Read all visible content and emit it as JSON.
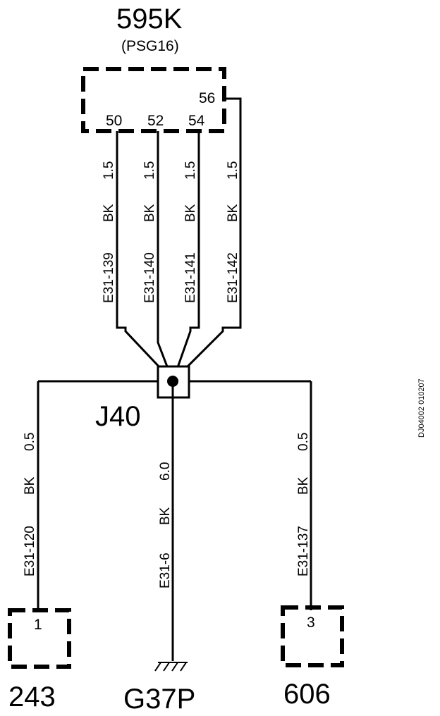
{
  "connector_top": {
    "id": "595K",
    "sub": "(PSG16)",
    "pins": [
      "50",
      "52",
      "54",
      "56"
    ]
  },
  "wires_top": [
    {
      "size": "1.5",
      "color": "BK",
      "circuit": "E31-139"
    },
    {
      "size": "1.5",
      "color": "BK",
      "circuit": "E31-140"
    },
    {
      "size": "1.5",
      "color": "BK",
      "circuit": "E31-141"
    },
    {
      "size": "1.5",
      "color": "BK",
      "circuit": "E31-142"
    }
  ],
  "splice": {
    "id": "J40"
  },
  "wires_bottom": [
    {
      "size": "0.5",
      "color": "BK",
      "circuit": "E31-120"
    },
    {
      "size": "6.0",
      "color": "BK",
      "circuit": "E31-6"
    },
    {
      "size": "0.5",
      "color": "BK",
      "circuit": "E31-137"
    }
  ],
  "connector_left": {
    "id": "243",
    "pin": "1"
  },
  "ground": {
    "id": "G37P"
  },
  "connector_right": {
    "id": "606",
    "pin": "3"
  },
  "drawing_code": "DJ04002 010207"
}
